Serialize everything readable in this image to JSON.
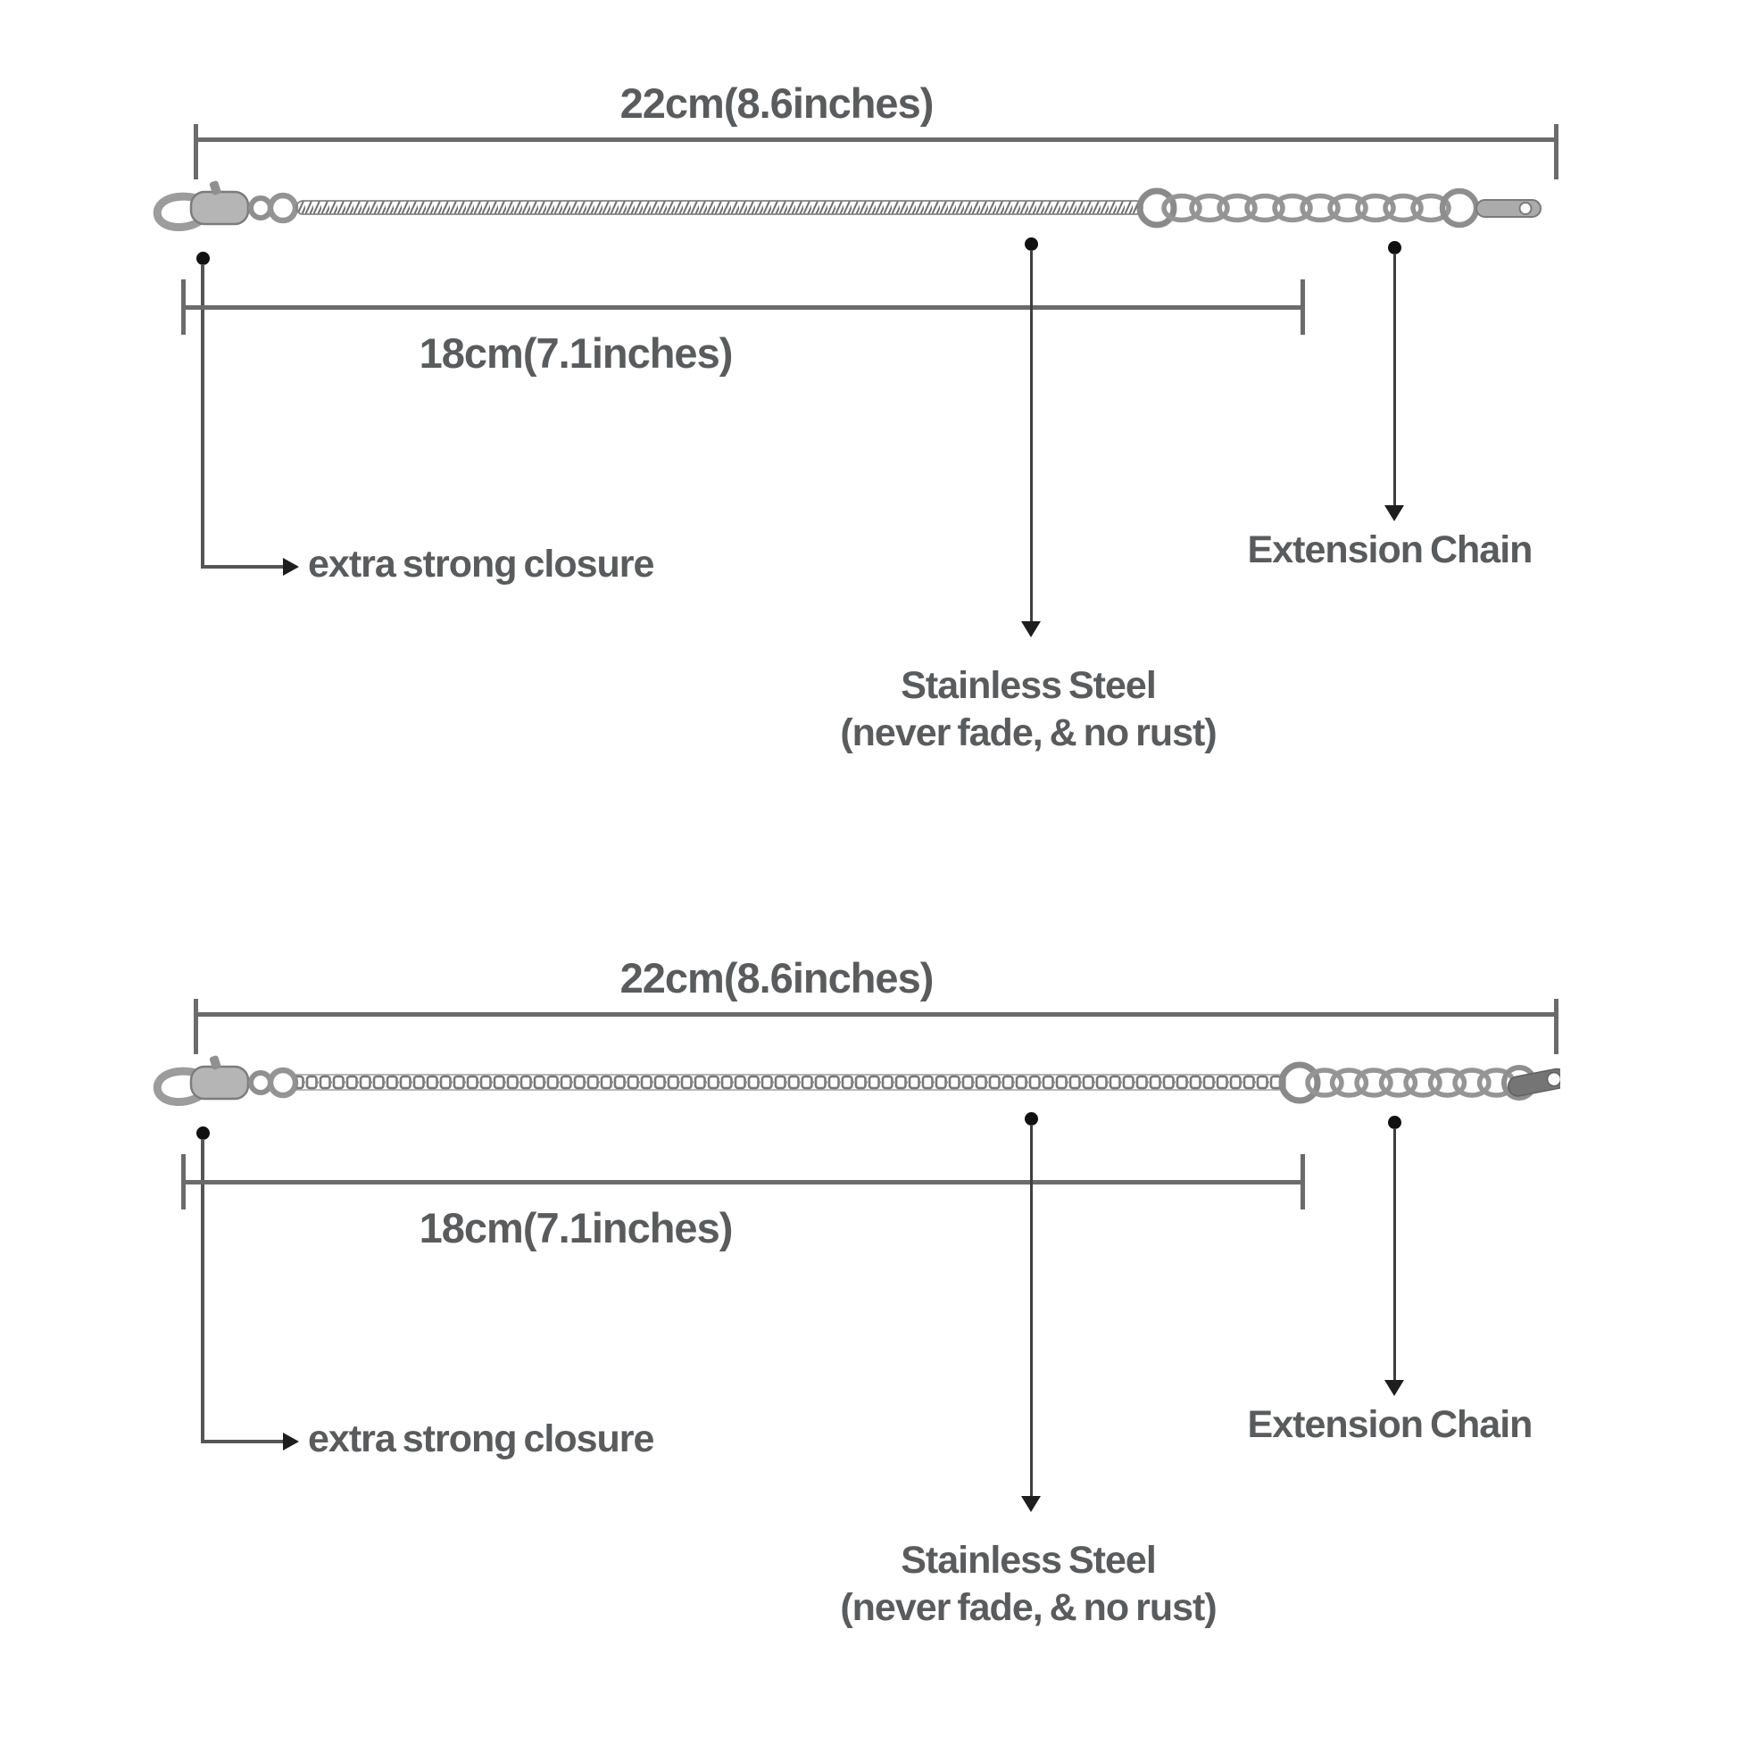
{
  "diagram": {
    "background_color": "#ffffff",
    "text_color": "#5a5b5c",
    "dimension_line_color": "#6b6b6b",
    "arrow_color": "#3e3e3e",
    "dot_color": "#111111",
    "metal_light_color": "#b5b5b5",
    "metal_dark_color": "#757575",
    "sections": [
      {
        "chain_style": "snake-chain",
        "total_length_label": "22cm(8.6inches)",
        "chain_length_label": "18cm(7.1inches)",
        "clasp_label": "extra strong closure",
        "material_label_line1": "Stainless Steel",
        "material_label_line2": "(never fade, & no rust)",
        "extension_label": "Extension Chain"
      },
      {
        "chain_style": "box-chain",
        "total_length_label": "22cm(8.6inches)",
        "chain_length_label": "18cm(7.1inches)",
        "clasp_label": "extra strong closure",
        "material_label_line1": "Stainless Steel",
        "material_label_line2": "(never fade, & no rust)",
        "extension_label": "Extension Chain"
      }
    ]
  }
}
